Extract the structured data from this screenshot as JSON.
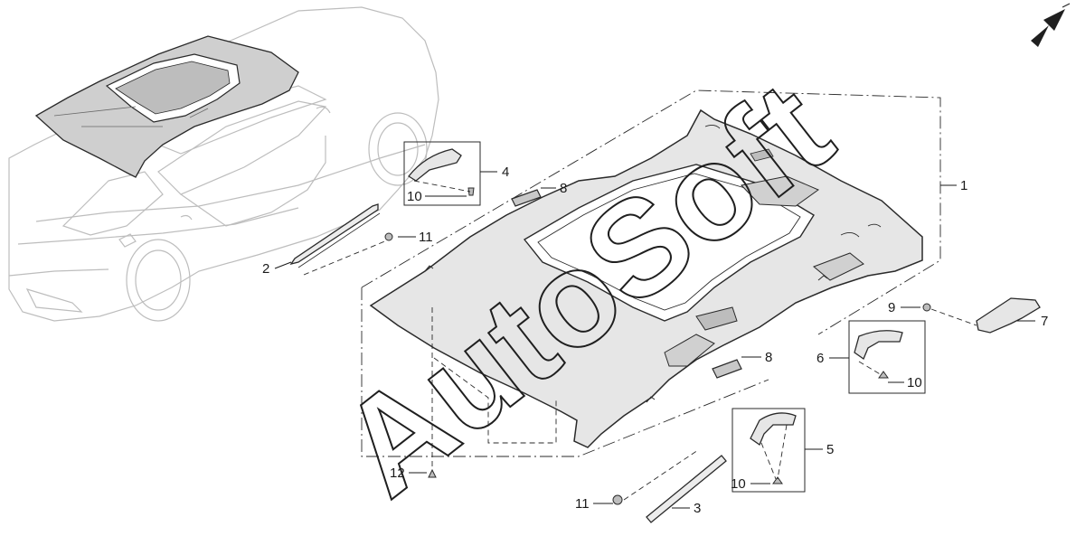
{
  "watermark": {
    "text": "AutoSoft"
  },
  "callouts": [
    {
      "id": "1",
      "label": "1"
    },
    {
      "id": "2",
      "label": "2"
    },
    {
      "id": "3",
      "label": "3"
    },
    {
      "id": "4",
      "label": "4"
    },
    {
      "id": "5",
      "label": "5"
    },
    {
      "id": "6",
      "label": "6"
    },
    {
      "id": "7",
      "label": "7"
    },
    {
      "id": "8a",
      "label": "8"
    },
    {
      "id": "8b",
      "label": "8"
    },
    {
      "id": "9",
      "label": "9"
    },
    {
      "id": "10a",
      "label": "10"
    },
    {
      "id": "10b",
      "label": "10"
    },
    {
      "id": "10c",
      "label": "10"
    },
    {
      "id": "11a",
      "label": "11"
    },
    {
      "id": "11b",
      "label": "11"
    },
    {
      "id": "12",
      "label": "12"
    }
  ],
  "icons": {
    "orientation": "direction-arrow-icon"
  },
  "colors": {
    "line": "#2a2a2a",
    "car_outline": "#bdbdbd",
    "headliner_fill": "#e6e6e6",
    "roof_shade": "#cfcfcf"
  }
}
